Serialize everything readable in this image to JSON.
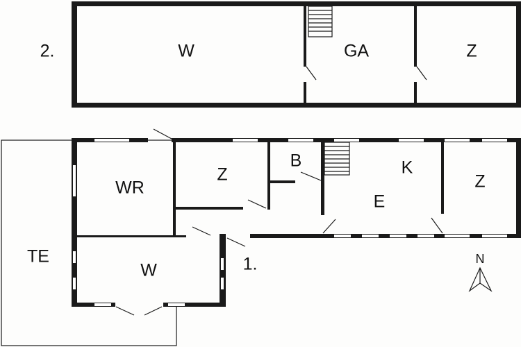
{
  "floor_upper": {
    "level_label": "2.",
    "rooms": [
      "W",
      "GA",
      "Z"
    ]
  },
  "floor_ground": {
    "level_label": "1.",
    "rooms": [
      "WR",
      "Z",
      "B",
      "K",
      "E",
      "Z",
      "W",
      "TE"
    ]
  },
  "compass": {
    "label": "N"
  }
}
